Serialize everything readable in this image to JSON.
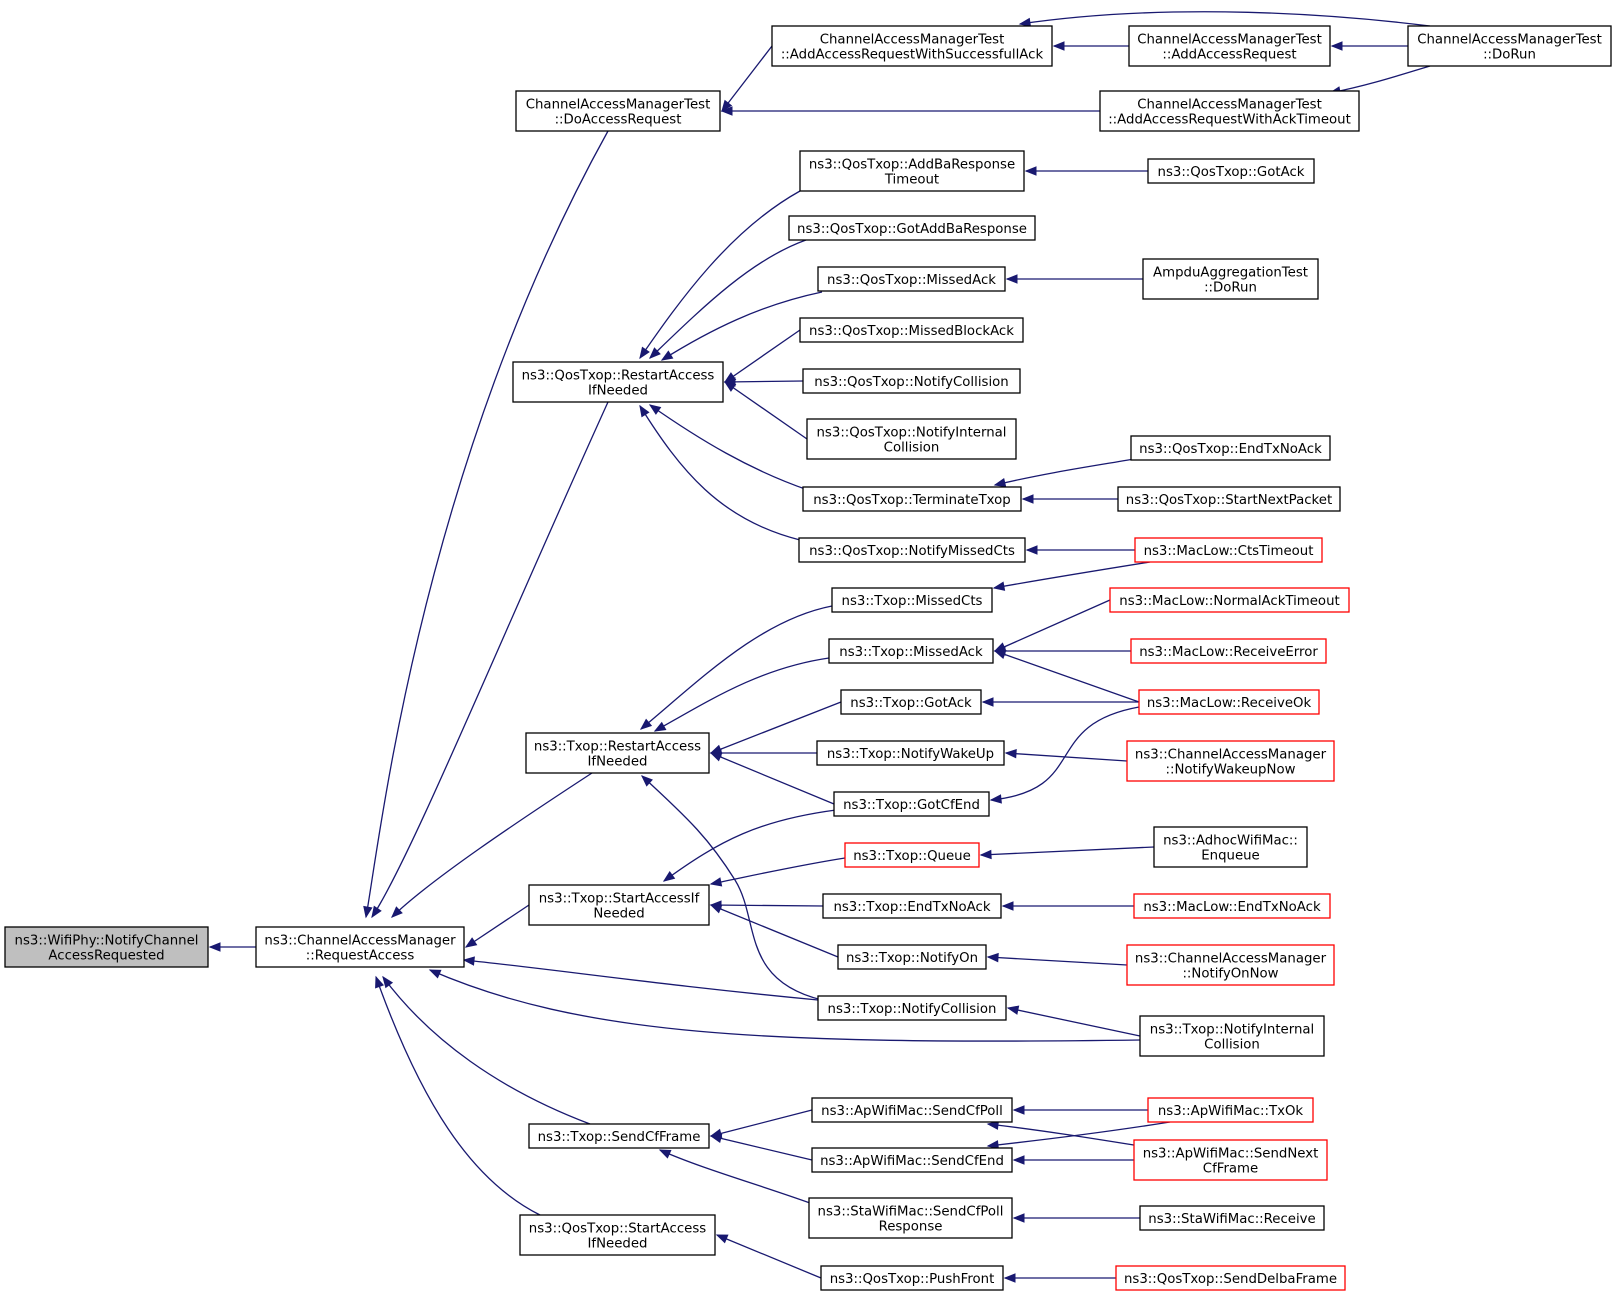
{
  "colors": {
    "edge": "#191970",
    "root_fill": "#bfbfbf",
    "node_border": "#000000",
    "node_border_missing": "#ff0000"
  },
  "nodes": {
    "root": {
      "lines": [
        "ns3::WifiPhy::NotifyChannel",
        "AccessRequested"
      ],
      "style": "root"
    },
    "cam_request": {
      "lines": [
        "ns3::ChannelAccessManager",
        "::RequestAccess"
      ]
    },
    "camt_doaccess": {
      "lines": [
        "ChannelAccessManagerTest",
        "::DoAccessRequest"
      ]
    },
    "camt_addsucc": {
      "lines": [
        "ChannelAccessManagerTest",
        "::AddAccessRequestWithSuccessfullAck"
      ]
    },
    "camt_addreq": {
      "lines": [
        "ChannelAccessManagerTest",
        "::AddAccessRequest"
      ]
    },
    "camt_dorun": {
      "lines": [
        "ChannelAccessManagerTest",
        "::DoRun"
      ]
    },
    "camt_addtimeout": {
      "lines": [
        "ChannelAccessManagerTest",
        "::AddAccessRequestWithAckTimeout"
      ]
    },
    "qos_restart": {
      "lines": [
        "ns3::QosTxop::RestartAccess",
        "IfNeeded"
      ]
    },
    "qos_addbaresp_to": {
      "lines": [
        "ns3::QosTxop::AddBaResponse",
        "Timeout"
      ]
    },
    "qos_gotack": {
      "lines": [
        "ns3::QosTxop::GotAck"
      ]
    },
    "qos_gotaddba": {
      "lines": [
        "ns3::QosTxop::GotAddBaResponse"
      ]
    },
    "qos_missedack": {
      "lines": [
        "ns3::QosTxop::MissedAck"
      ]
    },
    "ampdu_dorun": {
      "lines": [
        "AmpduAggregationTest",
        "::DoRun"
      ]
    },
    "qos_missedblockack": {
      "lines": [
        "ns3::QosTxop::MissedBlockAck"
      ]
    },
    "qos_notifycoll": {
      "lines": [
        "ns3::QosTxop::NotifyCollision"
      ]
    },
    "qos_notifyintcoll": {
      "lines": [
        "ns3::QosTxop::NotifyInternal",
        "Collision"
      ]
    },
    "qos_endtxnoack": {
      "lines": [
        "ns3::QosTxop::EndTxNoAck"
      ]
    },
    "qos_terminate": {
      "lines": [
        "ns3::QosTxop::TerminateTxop"
      ]
    },
    "qos_startnext": {
      "lines": [
        "ns3::QosTxop::StartNextPacket"
      ]
    },
    "qos_missedcts": {
      "lines": [
        "ns3::QosTxop::NotifyMissedCts"
      ]
    },
    "maclow_ctstimeout": {
      "lines": [
        "ns3::MacLow::CtsTimeout"
      ],
      "style": "red"
    },
    "txop_missedcts": {
      "lines": [
        "ns3::Txop::MissedCts"
      ]
    },
    "maclow_normalack": {
      "lines": [
        "ns3::MacLow::NormalAckTimeout"
      ],
      "style": "red"
    },
    "txop_missedack": {
      "lines": [
        "ns3::Txop::MissedAck"
      ]
    },
    "maclow_recverr": {
      "lines": [
        "ns3::MacLow::ReceiveError"
      ],
      "style": "red"
    },
    "txop_gotack": {
      "lines": [
        "ns3::Txop::GotAck"
      ]
    },
    "maclow_recvok": {
      "lines": [
        "ns3::MacLow::ReceiveOk"
      ],
      "style": "red"
    },
    "txop_restart": {
      "lines": [
        "ns3::Txop::RestartAccess",
        "IfNeeded"
      ]
    },
    "txop_notifywake": {
      "lines": [
        "ns3::Txop::NotifyWakeUp"
      ]
    },
    "cam_notifywake": {
      "lines": [
        "ns3::ChannelAccessManager",
        "::NotifyWakeupNow"
      ],
      "style": "red"
    },
    "txop_gotcfend": {
      "lines": [
        "ns3::Txop::GotCfEnd"
      ]
    },
    "txop_queue": {
      "lines": [
        "ns3::Txop::Queue"
      ],
      "style": "red"
    },
    "adhoc_enqueue": {
      "lines": [
        "ns3::AdhocWifiMac::",
        "Enqueue"
      ]
    },
    "txop_startaccess": {
      "lines": [
        "ns3::Txop::StartAccessIf",
        "Needed"
      ]
    },
    "txop_endtxnoack": {
      "lines": [
        "ns3::Txop::EndTxNoAck"
      ]
    },
    "maclow_endtxnoack": {
      "lines": [
        "ns3::MacLow::EndTxNoAck"
      ],
      "style": "red"
    },
    "txop_notifyon": {
      "lines": [
        "ns3::Txop::NotifyOn"
      ]
    },
    "cam_notifyon": {
      "lines": [
        "ns3::ChannelAccessManager",
        "::NotifyOnNow"
      ],
      "style": "red"
    },
    "txop_notifycoll": {
      "lines": [
        "ns3::Txop::NotifyCollision"
      ]
    },
    "txop_notifyintcoll": {
      "lines": [
        "ns3::Txop::NotifyInternal",
        "Collision"
      ]
    },
    "ap_sendcfpoll": {
      "lines": [
        "ns3::ApWifiMac::SendCfPoll"
      ]
    },
    "ap_txok": {
      "lines": [
        "ns3::ApWifiMac::TxOk"
      ],
      "style": "red"
    },
    "txop_sendcfframe": {
      "lines": [
        "ns3::Txop::SendCfFrame"
      ]
    },
    "ap_sendcfend": {
      "lines": [
        "ns3::ApWifiMac::SendCfEnd"
      ]
    },
    "ap_sendnextcf": {
      "lines": [
        "ns3::ApWifiMac::SendNext",
        "CfFrame"
      ],
      "style": "red"
    },
    "sta_sendcfpollresp": {
      "lines": [
        "ns3::StaWifiMac::SendCfPoll",
        "Response"
      ]
    },
    "sta_receive": {
      "lines": [
        "ns3::StaWifiMac::Receive"
      ]
    },
    "qos_startaccess": {
      "lines": [
        "ns3::QosTxop::StartAccess",
        "IfNeeded"
      ]
    },
    "qos_pushfront": {
      "lines": [
        "ns3::QosTxop::PushFront"
      ]
    },
    "qos_senddelba": {
      "lines": [
        "ns3::QosTxop::SendDelbaFrame"
      ],
      "style": "red"
    }
  },
  "edges": [
    [
      "cam_request",
      "root"
    ],
    [
      "camt_doaccess",
      "cam_request"
    ],
    [
      "qos_restart",
      "cam_request"
    ],
    [
      "txop_restart",
      "cam_request"
    ],
    [
      "txop_startaccess",
      "cam_request"
    ],
    [
      "txop_notifycoll",
      "cam_request"
    ],
    [
      "txop_notifyintcoll",
      "cam_request"
    ],
    [
      "txop_sendcfframe",
      "cam_request"
    ],
    [
      "qos_startaccess",
      "cam_request"
    ],
    [
      "camt_addsucc",
      "camt_doaccess"
    ],
    [
      "camt_addtimeout",
      "camt_doaccess"
    ],
    [
      "camt_addreq",
      "camt_addsucc"
    ],
    [
      "camt_dorun",
      "camt_addsucc"
    ],
    [
      "camt_dorun",
      "camt_addreq"
    ],
    [
      "camt_dorun",
      "camt_addtimeout"
    ],
    [
      "qos_addbaresp_to",
      "qos_restart"
    ],
    [
      "qos_gotaddba",
      "qos_restart"
    ],
    [
      "qos_missedack",
      "qos_restart"
    ],
    [
      "qos_missedblockack",
      "qos_restart"
    ],
    [
      "qos_notifycoll",
      "qos_restart"
    ],
    [
      "qos_notifyintcoll",
      "qos_restart"
    ],
    [
      "qos_terminate",
      "qos_restart"
    ],
    [
      "qos_missedcts",
      "qos_restart"
    ],
    [
      "qos_gotack",
      "qos_addbaresp_to"
    ],
    [
      "ampdu_dorun",
      "qos_missedack"
    ],
    [
      "qos_endtxnoack",
      "qos_terminate"
    ],
    [
      "qos_startnext",
      "qos_terminate"
    ],
    [
      "maclow_ctstimeout",
      "qos_missedcts"
    ],
    [
      "maclow_ctstimeout",
      "txop_missedcts"
    ],
    [
      "txop_missedcts",
      "txop_restart"
    ],
    [
      "txop_missedack",
      "txop_restart"
    ],
    [
      "txop_gotack",
      "txop_restart"
    ],
    [
      "txop_notifywake",
      "txop_restart"
    ],
    [
      "txop_gotcfend",
      "txop_restart"
    ],
    [
      "txop_notifycoll",
      "txop_restart"
    ],
    [
      "maclow_normalack",
      "txop_missedack"
    ],
    [
      "maclow_recverr",
      "txop_missedack"
    ],
    [
      "maclow_recvok",
      "txop_missedack"
    ],
    [
      "maclow_recvok",
      "txop_gotack"
    ],
    [
      "maclow_recvok",
      "txop_gotcfend"
    ],
    [
      "cam_notifywake",
      "txop_notifywake"
    ],
    [
      "txop_gotcfend",
      "txop_startaccess"
    ],
    [
      "txop_queue",
      "txop_startaccess"
    ],
    [
      "txop_endtxnoack",
      "txop_startaccess"
    ],
    [
      "txop_notifyon",
      "txop_startaccess"
    ],
    [
      "adhoc_enqueue",
      "txop_queue"
    ],
    [
      "maclow_endtxnoack",
      "txop_endtxnoack"
    ],
    [
      "cam_notifyon",
      "txop_notifyon"
    ],
    [
      "txop_notifyintcoll",
      "txop_notifycoll"
    ],
    [
      "ap_sendcfpoll",
      "txop_sendcfframe"
    ],
    [
      "ap_sendcfend",
      "txop_sendcfframe"
    ],
    [
      "sta_sendcfpollresp",
      "txop_sendcfframe"
    ],
    [
      "ap_txok",
      "ap_sendcfpoll"
    ],
    [
      "ap_sendnextcf",
      "ap_sendcfpoll"
    ],
    [
      "ap_txok",
      "ap_sendcfend"
    ],
    [
      "ap_sendnextcf",
      "ap_sendcfend"
    ],
    [
      "sta_receive",
      "sta_sendcfpollresp"
    ],
    [
      "qos_pushfront",
      "qos_startaccess"
    ],
    [
      "qos_senddelba",
      "qos_pushfront"
    ]
  ]
}
